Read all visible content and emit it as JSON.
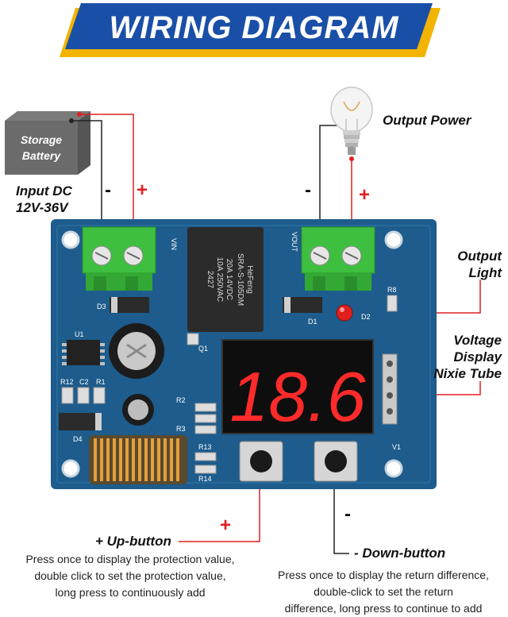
{
  "title": "WIRING DIAGRAM",
  "battery": {
    "line1": "Storage",
    "line2": "Battery"
  },
  "input": {
    "line1": "Input DC",
    "line2": "12V-36V",
    "minus": "-",
    "plus": "+"
  },
  "output_power": {
    "label": "Output Power",
    "minus": "-",
    "plus": "+"
  },
  "output_light": {
    "line1": "Output",
    "line2": "Light"
  },
  "voltage_display": {
    "line1": "Voltage",
    "line2": "Display",
    "line3": "Nixie Tube",
    "digits": "18.6"
  },
  "up_button": {
    "sign": "+",
    "title": "+ Up-button",
    "desc1": "Press once to display the protection value,",
    "desc2": "double click to set the protection value,",
    "desc3": "long press to continuously add"
  },
  "down_button": {
    "sign": "-",
    "title": "- Down-button",
    "desc1": "Press once to display the return difference,",
    "desc2": "double-click to set the return",
    "desc3": "difference, long press to continue to add"
  },
  "board": {
    "relay_brand": "HeFeng",
    "relay_model": "SRA-S-105DM",
    "relay_rating1": "20A 14VDC",
    "relay_rating2": "10A 250VAC",
    "relay_code": "2427",
    "vin": "VIN",
    "vout": "VOUT",
    "d3": "D3",
    "d1": "D1",
    "d2": "D2",
    "d4": "D4",
    "u1": "U1",
    "q1": "Q1",
    "r8": "R8",
    "r12": "R12",
    "c2": "C2",
    "r1": "R1",
    "r2": "R2",
    "r3": "R3",
    "r13": "R13",
    "r14": "R14",
    "v1": "V1"
  },
  "colors": {
    "banner_blue": "#1a4fa8",
    "banner_yellow": "#f2b400",
    "pcb_blue": "#1d5c8c",
    "terminal_green": "#3fbf3f",
    "segment_red": "#ff2a2a",
    "wire_red": "#e02020"
  }
}
